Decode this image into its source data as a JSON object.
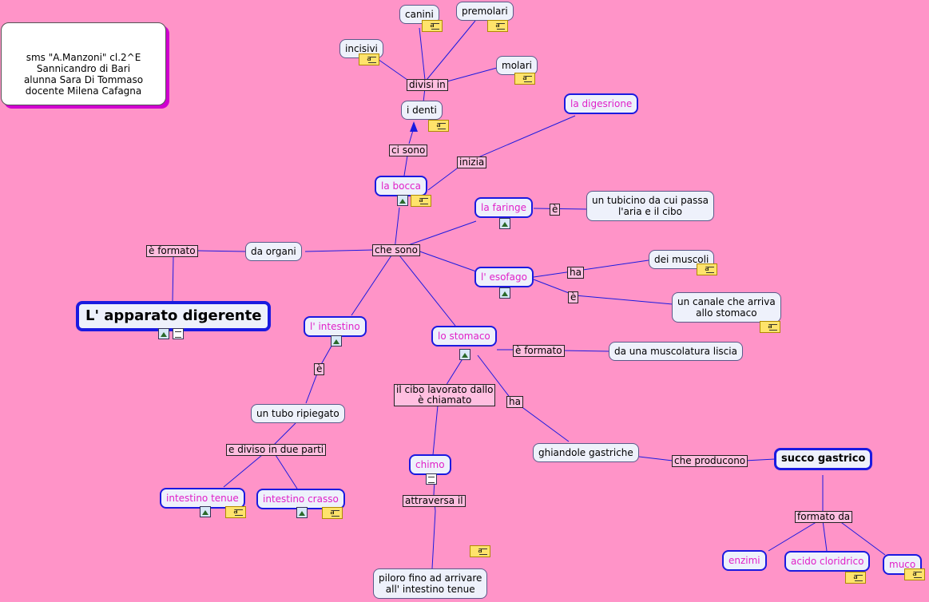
{
  "info": {
    "lines": [
      "sms \"A.Manzoni\" cl.2^E",
      "Sannicandro di Bari",
      "alunna Sara Di Tommaso",
      "docente Milena Cafagna"
    ]
  },
  "nodes": {
    "main": "L' apparato digerente",
    "da_organi": "da organi",
    "la_bocca": "la bocca",
    "i_denti": "i denti",
    "canini": "canini",
    "premolari": "premolari",
    "incisivi": "incisivi",
    "molari": "molari",
    "la_digesrione": "la digesrione",
    "la_faringe": "la faringe",
    "tubicino": [
      "un tubicino da cui passa",
      "l'aria e il cibo"
    ],
    "l_esofago": "l' esofago",
    "dei_muscoli": "dei muscoli",
    "canale": [
      "un canale che arriva",
      "allo stomaco"
    ],
    "l_intestino": "l' intestino",
    "lo_stomaco": "lo stomaco",
    "muscolatura": "da una muscolatura liscia",
    "tubo_ripiegato": "un tubo ripiegato",
    "intestino_tenue": "intestino tenue",
    "intestino_crasso": "intestino crasso",
    "chimo": "chimo",
    "piloro": [
      "piloro fino ad arrivare",
      "all' intestino tenue"
    ],
    "ghiandole": "ghiandole gastriche",
    "succo_gastrico": "succo gastrico",
    "enzimi": "enzimi",
    "acido": "acido cloridrico",
    "muco": "muco"
  },
  "labels": {
    "e_formato_1": "è formato",
    "che_sono": "che sono",
    "ci_sono": "ci sono",
    "divisi_in": "divisi in",
    "inizia": "inizia",
    "e_1": "è",
    "ha_1": "ha",
    "e_2": "è",
    "e_formato_2": "è formato",
    "e_3": "è",
    "e_diviso": "e diviso in due parti",
    "cibo_lavorato": [
      "il cibo lavorato dallo",
      "è chiamato"
    ],
    "ha_2": "ha",
    "attraversa": "attraversa il",
    "che_producono": "che producono",
    "formato_da": "formato da"
  },
  "note_glyph": "a",
  "colors": {
    "background": "#ff94c8",
    "link": "#1a1ae0",
    "concept_text": "#e020c8",
    "node_fill": "#eef1fb"
  }
}
